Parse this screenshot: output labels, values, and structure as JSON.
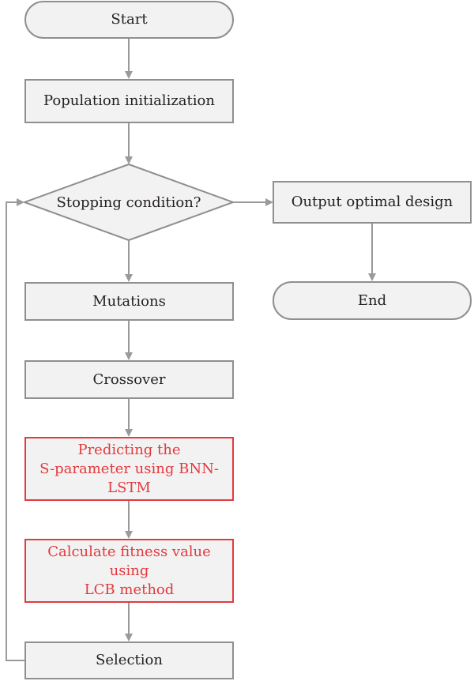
{
  "diagram": {
    "start": "Start",
    "population_init": "Population initialization",
    "stopping_condition": "Stopping condition?",
    "output_optimal": "Output optimal design",
    "end": "End",
    "mutations": "Mutations",
    "crossover": "Crossover",
    "predict_line1": "Predicting the",
    "predict_line2": "S-parameter using BNN-LSTM",
    "fitness_line1": "Calculate fitness value using",
    "fitness_line2": "LCB method",
    "selection": "Selection"
  },
  "colors": {
    "box_fill": "#f2f2f2",
    "box_border": "#8f8f8f",
    "highlight": "#e23a3f",
    "text": "#231f20",
    "arrow": "#9a9a9a"
  }
}
